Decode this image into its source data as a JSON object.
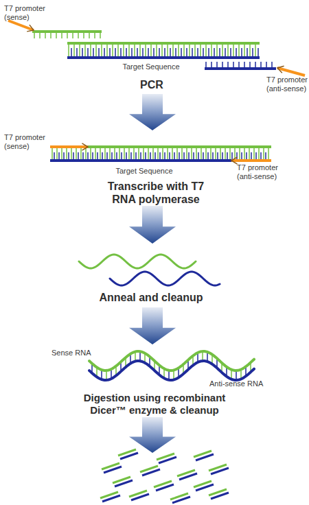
{
  "diagram": {
    "labels": [
      "T7 promoter (sense)",
      "Target Sequence",
      "T7 promoter (anti-sense)",
      "PCR",
      "T7 promoter (sense)",
      "Target Sequence",
      "T7 promoter (anti-sense)",
      "Transcribe with T7 RNA polymerase",
      "Anneal and cleanup",
      "Sense RNA",
      "Anti-sense RNA",
      "Digestion using recombinant Dicer™ enzyme & cleanup"
    ]
  }
}
